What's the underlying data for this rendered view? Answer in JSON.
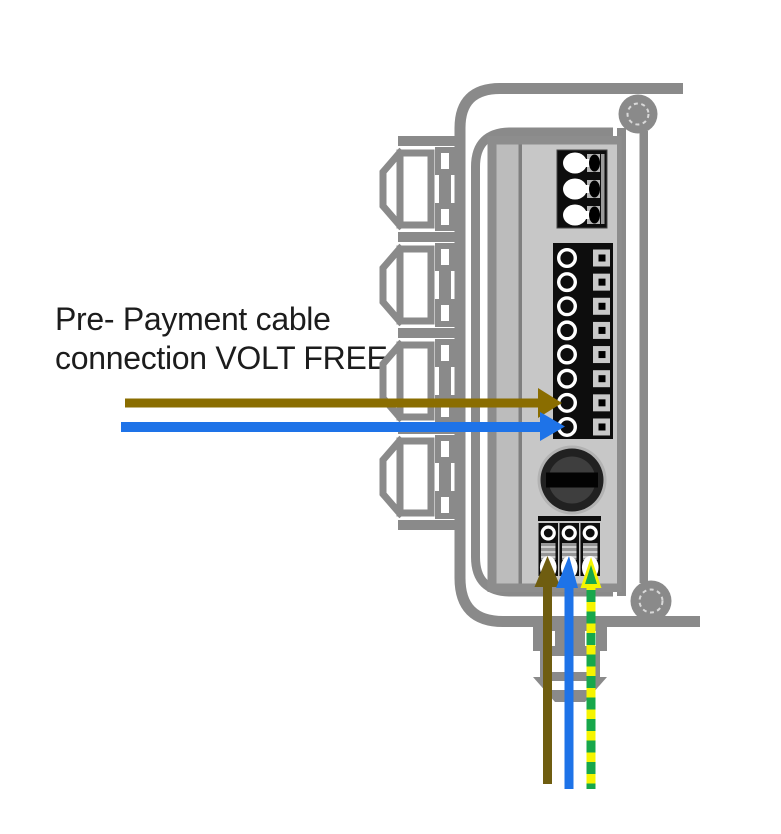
{
  "annotation": {
    "line1": "Pre- Payment cable",
    "line2": "connection VOLT FREE"
  },
  "colors": {
    "outline": "#8a8a8a",
    "panel": "#c7c7c7",
    "panel_strip": "#bcbcbc",
    "panel_border": "#8d8d8d",
    "block": "#0d0d0d",
    "brown": "#8a6d00",
    "brown_cable": "#6f5d10",
    "blue": "#1e73e8",
    "earth_green": "#17a74b",
    "earth_yellow": "#f5f400",
    "text": "#1c1c1c"
  },
  "components": {
    "top_terminal_block": {
      "rows": 3
    },
    "main_terminal_block": {
      "rows": 8
    },
    "bottom_terminal_block": {
      "terminals": 3
    },
    "side_cable_glands": 4,
    "pre_payment_arrows": [
      {
        "color_name": "brown",
        "points_to_row": 7
      },
      {
        "color_name": "blue",
        "points_to_row": 8
      }
    ],
    "supply_cables": [
      {
        "color_name": "brown"
      },
      {
        "color_name": "blue"
      },
      {
        "color_name": "green-yellow-earth"
      }
    ]
  }
}
